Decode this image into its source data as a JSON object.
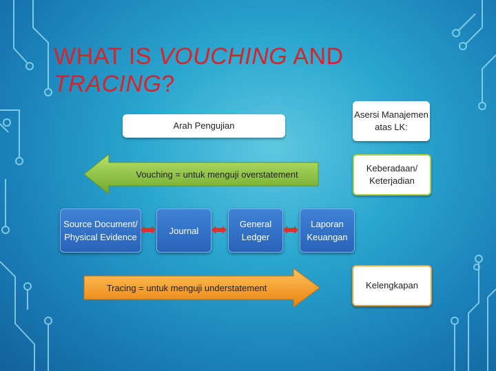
{
  "title": {
    "part1": "WHAT IS ",
    "part2": "VOUCHING",
    "part3": " AND",
    "part4": "TRACING",
    "part5": "?"
  },
  "header_box": "Arah Pengujian",
  "assertion_header": "Asersi Manajemen\natas LK:",
  "vouching_arrow": "Vouching = untuk menguji overstatement",
  "tracing_arrow": "Tracing = untuk menguji understatement",
  "assertion_existence": "Keberadaan/\nKeterjadian",
  "assertion_completeness": "Kelengkapan",
  "process": [
    "Source Document/\nPhysical Evidence",
    "Journal",
    "General\nLedger",
    "Laporan\nKeuangan"
  ],
  "colors": {
    "title": "#d8232a",
    "vouching_arrow": "#8dc63f",
    "tracing_arrow": "#f39a1e",
    "process_box": "#2f6fc6",
    "connector": "#d9342b"
  }
}
